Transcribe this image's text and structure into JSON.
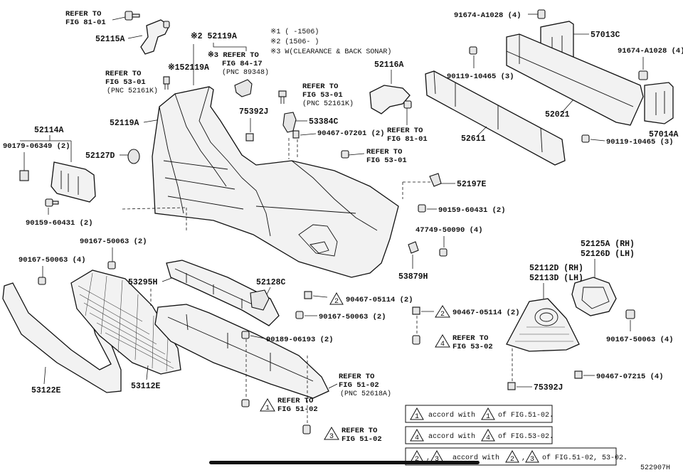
{
  "notes": {
    "n1": "※1 (    -1506)",
    "n2": "※2 (1506-    )",
    "n3": "※3 W(CLEARANCE & BACK SONAR)"
  },
  "labels": {
    "ref_fig81_top_a": "REFER TO",
    "ref_fig81_top_b": "FIG 81-01",
    "p52115A": "52115A",
    "p52119A_n2": "※2 52119A",
    "p52119A_n1": "※152119A",
    "ref_fig84_a": "※3 REFER TO",
    "ref_fig84_b": "FIG 84-17",
    "ref_fig84_c": "(PNC 89348)",
    "ref_fig53_left_a": "REFER TO",
    "ref_fig53_left_b": "FIG 53-01",
    "ref_fig53_left_c": "(PNC 52161K)",
    "ref_fig53_mid_a": "REFER TO",
    "ref_fig53_mid_b": "FIG 53-01",
    "ref_fig53_mid_c": "(PNC 52161K)",
    "p52116A": "52116A",
    "ref_fig81_mid_a": "REFER TO",
    "ref_fig81_mid_b": "FIG 81-01",
    "p75392J_top": "75392J",
    "p53384C": "53384C",
    "p90467_07201": "90467-07201 (2)",
    "ref_fig53_right_a": "REFER TO",
    "ref_fig53_right_b": "FIG 53-01",
    "p52119A": "52119A",
    "p52114A": "52114A",
    "p90179": "90179-06349 (2)",
    "p52127D": "52127D",
    "p90159_left": "90159-60431 (2)",
    "p91674_top": "91674-A1028 (4)",
    "p57013C": "57013C",
    "p91674_right": "91674-A1028 (4)",
    "p90119_top": "90119-10465 (3)",
    "p52021": "52021",
    "p57014A": "57014A",
    "p90119_bot": "90119-10465 (3)",
    "p52611": "52611",
    "p52197E": "52197E",
    "p90159_right": "90159-60431 (2)",
    "p47749": "47749-50090 (4)",
    "p53879H": "53879H",
    "p90167_a": "90167-50063 (2)",
    "p90167_b": "90167-50063 (4)",
    "p53295H": "53295H",
    "p52128C": "52128C",
    "p90467_05114_l": "90467-05114 (2)",
    "p90167_c": "90167-50063 (2)",
    "p90467_05114_r": "90467-05114 (2)",
    "p90189": "90189-06193 (2)",
    "p52125A": "52125A (RH)",
    "p52126D": "52126D (LH)",
    "p52112D": "52112D (RH)",
    "p52113D": "52113D (LH)",
    "p90167_d": "90167-50063 (4)",
    "ref_fig53_02_a": "REFER TO",
    "ref_fig53_02_b": "FIG 53-02",
    "ref_fig51_02_a": "REFER TO",
    "ref_fig51_02_b": "FIG 51-02",
    "ref_fig51_02_c": "(PNC 52618A)",
    "p90467_07215": "90467-07215 (4)",
    "p75392J_bot": "75392J",
    "p53122E": "53122E",
    "p53112E": "53112E",
    "ref_fig51_02_l_a": "REFER TO",
    "ref_fig51_02_l_b": "FIG 51-02",
    "ref_fig51_02_b3_a": "REFER TO",
    "ref_fig51_02_b3_b": "FIG 51-02",
    "drawing_no": "522907H"
  },
  "markers": {
    "m1": "1",
    "m2": "2",
    "m3": "3",
    "m4": "4"
  },
  "legend": {
    "row1_mid": "accord with",
    "row1_tail": "of FIG.51-02.",
    "row2_mid": "accord with",
    "row2_tail": "of FIG.53-02.",
    "row3_mid": "accord with",
    "row3_sep": ",",
    "row3_tail": "of FIG.51-02, 53-02."
  }
}
